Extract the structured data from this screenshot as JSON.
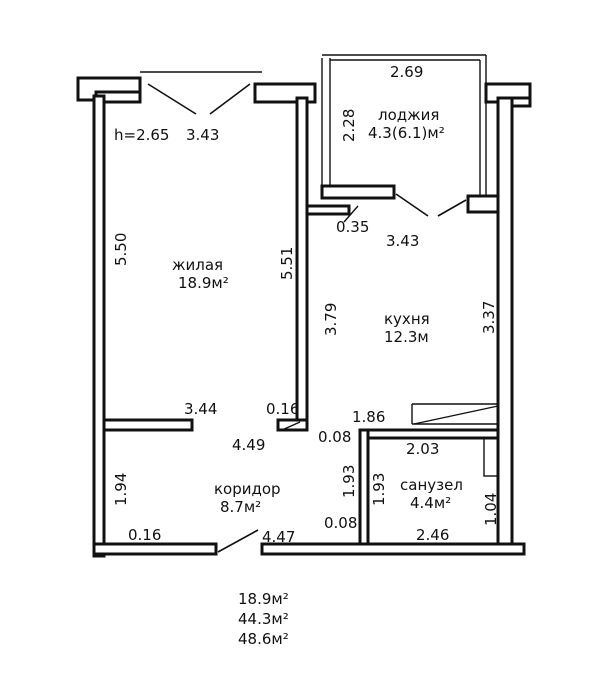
{
  "height_label": "h=2.65",
  "rooms": {
    "living": {
      "name": "жилая",
      "area": "18.9м²"
    },
    "loggia": {
      "name": "лоджия",
      "area": "4.3(6.1)м²"
    },
    "kitchen": {
      "name": "кухня",
      "area": "12.3м"
    },
    "corridor": {
      "name": "коридор",
      "area": "8.7м²"
    },
    "bathroom": {
      "name": "санузел",
      "area": "4.4м²"
    }
  },
  "dimensions": {
    "top_window": "3.43",
    "loggia_width": "2.69",
    "loggia_depth": "2.28",
    "living_left": "5.50",
    "living_right": "5.51",
    "kitchen_stub": "0.35",
    "kitchen_window": "3.43",
    "kitchen_left": "3.79",
    "kitchen_right": "3.37",
    "living_bottom": "3.44",
    "partition_small": "0.16",
    "corridor_top": "4.49",
    "bath_top_left": "1.86",
    "bath_wall": "0.08",
    "bath_inner_width": "2.03",
    "corridor_left": "1.94",
    "bath_left_outer": "1.93",
    "bath_left_inner": "1.93",
    "bath_right": "1.04",
    "corridor_bottom_left": "0.16",
    "corridor_bottom_right": "4.47",
    "bath_wall_bottom": "0.08",
    "bath_bottom": "2.46"
  },
  "totals": {
    "living_area": "18.9м²",
    "total_area": "44.3м²",
    "total_with_loggia": "48.6м²"
  }
}
